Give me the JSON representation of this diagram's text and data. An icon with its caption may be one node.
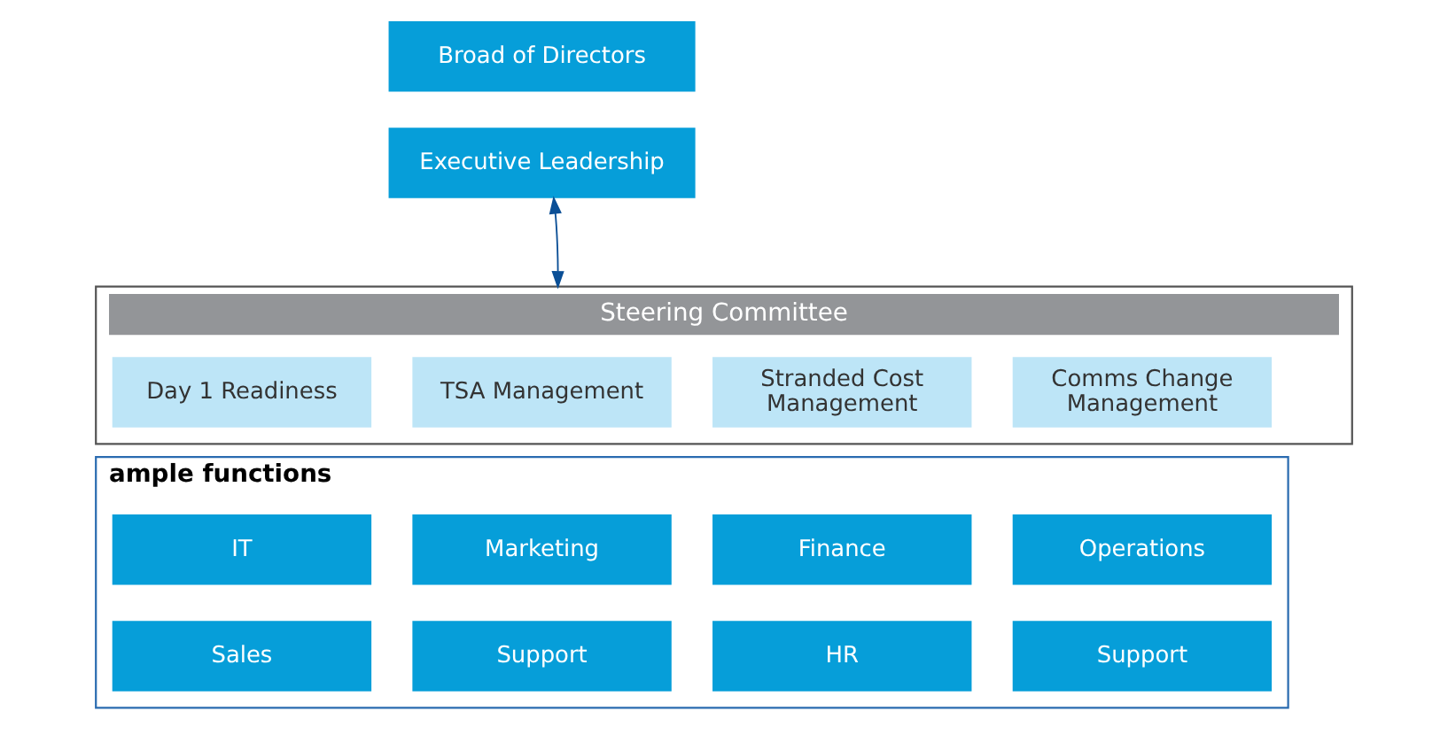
{
  "diagram": {
    "nodes": [
      {
        "text": [
          "Broad of Directors"
        ]
      },
      {
        "text": [
          "Executive Leadership"
        ]
      },
      {
        "text": [
          "Steering Committee"
        ]
      },
      {
        "text": [
          "Day 1 Readiness"
        ],
        "in": 2
      },
      {
        "text": [
          "TSA Management"
        ],
        "in": 2
      },
      {
        "text": [
          "Stranded Cost Management"
        ],
        "in": 2
      },
      {
        "text": [
          "Comms Change Management"
        ],
        "in": 2
      },
      {
        "text": [
          "ample functions"
        ]
      },
      {
        "text": [
          "IT"
        ],
        "in": 7
      },
      {
        "text": [
          "Marketing"
        ],
        "in": 7
      },
      {
        "text": [
          "Finance"
        ],
        "in": 7
      },
      {
        "text": [
          "Operations"
        ],
        "in": 7
      },
      {
        "text": [
          "Sales"
        ],
        "in": 7
      },
      {
        "text": [
          "Support"
        ],
        "in": 7
      },
      {
        "text": [
          "HR"
        ],
        "in": 7
      },
      {
        "text": [
          "Support"
        ],
        "in": 7
      }
    ],
    "edges": [
      {
        "from": 1,
        "to": 2,
        "arrow": "both",
        "color": "#0b4f96"
      }
    ]
  }
}
